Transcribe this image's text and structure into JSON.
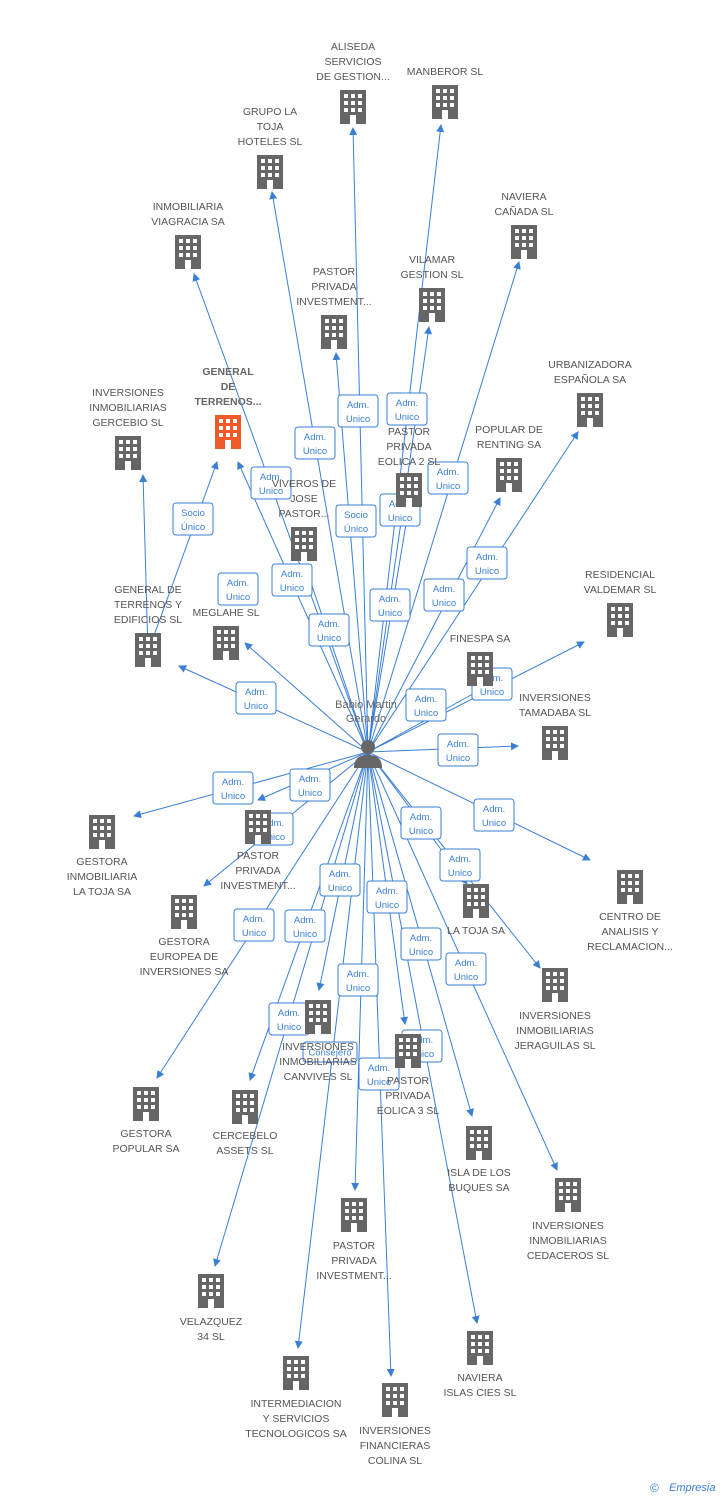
{
  "colors": {
    "edge": "#3a7fd5",
    "building": "#666666",
    "highlight": "#f05a28",
    "person": "#666666"
  },
  "center": {
    "label": [
      "Babio Martin",
      "Gerardo"
    ],
    "icon": "person-icon"
  },
  "nodes": [
    {
      "id": "aliseda",
      "label": [
        "ALISEDA",
        "SERVICIOS",
        "DE GESTION..."
      ],
      "icon": "building-icon"
    },
    {
      "id": "manberor",
      "label": [
        "MANBEROR SL"
      ],
      "icon": "building-icon"
    },
    {
      "id": "grupo-la-toja",
      "label": [
        "GRUPO LA",
        "TOJA",
        "HOTELES SL"
      ],
      "icon": "building-icon"
    },
    {
      "id": "naviera-canada",
      "label": [
        "NAVIERA",
        "CAÑADA SL"
      ],
      "icon": "building-icon"
    },
    {
      "id": "viagracia",
      "label": [
        "INMOBILIARIA",
        "VIAGRACIA SA"
      ],
      "icon": "building-icon"
    },
    {
      "id": "vilamar",
      "label": [
        "VILAMAR",
        "GESTION SL"
      ],
      "icon": "building-icon"
    },
    {
      "id": "pastor-privada-top",
      "label": [
        "PASTOR",
        "PRIVADA",
        "INVESTMENT..."
      ],
      "icon": "building-icon"
    },
    {
      "id": "urbanizadora",
      "label": [
        "URBANIZADORA",
        "ESPAÑOLA SA"
      ],
      "icon": "building-icon"
    },
    {
      "id": "general-terrenos-hl",
      "label": [
        "GENERAL",
        "DE",
        "TERRENOS..."
      ],
      "icon": "building-icon",
      "highlight": true
    },
    {
      "id": "gercebio",
      "label": [
        "INVERSIONES",
        "INMOBILIARIAS",
        "GERCEBIO SL"
      ],
      "icon": "building-icon"
    },
    {
      "id": "pastor-eolica-2",
      "label": [
        "PASTOR",
        "PRIVADA",
        "EOLICA 2 SL"
      ],
      "icon": "building-icon"
    },
    {
      "id": "popular-renting",
      "label": [
        "POPULAR DE",
        "RENTING SA"
      ],
      "icon": "building-icon"
    },
    {
      "id": "viveros-jose-pastor",
      "label": [
        "VIVEROS DE",
        "JOSE",
        "PASTOR..."
      ],
      "icon": "building-icon"
    },
    {
      "id": "general-terrenos-edificios",
      "label": [
        "GENERAL DE",
        "TERRENOS Y",
        "EDIFICIOS SL"
      ],
      "icon": "building-icon"
    },
    {
      "id": "meglahe",
      "label": [
        "MEGLAHE SL"
      ],
      "icon": "building-icon"
    },
    {
      "id": "residencial-valdemar",
      "label": [
        "RESIDENCIAL",
        "VALDEMAR SL"
      ],
      "icon": "building-icon"
    },
    {
      "id": "finespa",
      "label": [
        "FINESPA SA"
      ],
      "icon": "building-icon"
    },
    {
      "id": "tamadaba",
      "label": [
        "INVERSIONES",
        "TAMADABA SL"
      ],
      "icon": "building-icon"
    },
    {
      "id": "gestora-la-toja",
      "label": [
        "GESTORA",
        "INMOBILIARIA",
        "LA TOJA SA"
      ],
      "icon": "building-icon"
    },
    {
      "id": "pastor-privada-mid",
      "label": [
        "PASTOR",
        "PRIVADA",
        "INVESTMENT..."
      ],
      "icon": "building-icon"
    },
    {
      "id": "centro-analisis",
      "label": [
        "CENTRO DE",
        "ANALISIS Y",
        "RECLAMACION..."
      ],
      "icon": "building-icon"
    },
    {
      "id": "gestora-europea",
      "label": [
        "GESTORA",
        "EUROPEA DE",
        "INVERSIONES SA"
      ],
      "icon": "building-icon"
    },
    {
      "id": "la-toja",
      "label": [
        "LA TOJA SA"
      ],
      "icon": "building-icon"
    },
    {
      "id": "jeraguilas",
      "label": [
        "INVERSIONES",
        "INMOBILIARIAS",
        "JERAGUILAS SL"
      ],
      "icon": "building-icon"
    },
    {
      "id": "canvives",
      "label": [
        "INVERSIONES",
        "INMOBILIARIAS",
        "CANVIVES SL"
      ],
      "icon": "building-icon"
    },
    {
      "id": "pastor-eolica-3",
      "label": [
        "PASTOR",
        "PRIVADA",
        "EOLICA 3 SL"
      ],
      "icon": "building-icon"
    },
    {
      "id": "gestora-popular",
      "label": [
        "GESTORA",
        "POPULAR SA"
      ],
      "icon": "building-icon"
    },
    {
      "id": "cercebelo",
      "label": [
        "CERCEBELO",
        "ASSETS SL"
      ],
      "icon": "building-icon"
    },
    {
      "id": "isla-buques",
      "label": [
        "ISLA DE LOS",
        "BUQUES SA"
      ],
      "icon": "building-icon"
    },
    {
      "id": "cedaceros",
      "label": [
        "INVERSIONES",
        "INMOBILIARIAS",
        "CEDACEROS SL"
      ],
      "icon": "building-icon"
    },
    {
      "id": "pastor-privada-bottom",
      "label": [
        "PASTOR",
        "PRIVADA",
        "INVESTMENT..."
      ],
      "icon": "building-icon"
    },
    {
      "id": "velazquez",
      "label": [
        "VELAZQUEZ",
        "34 SL"
      ],
      "icon": "building-icon"
    },
    {
      "id": "naviera-islas-cies",
      "label": [
        "NAVIERA",
        "ISLAS CIES SL"
      ],
      "icon": "building-icon"
    },
    {
      "id": "intermediacion",
      "label": [
        "INTERMEDIACION",
        "Y SERVICIOS",
        "TECNOLOGICOS SA"
      ],
      "icon": "building-icon"
    },
    {
      "id": "colina",
      "label": [
        "INVERSIONES",
        "FINANCIERAS",
        "COLINA  SL"
      ],
      "icon": "building-icon"
    }
  ],
  "edges": [
    {
      "from": "center",
      "to": "aliseda",
      "role": [
        "Adm.",
        "Unico"
      ]
    },
    {
      "from": "center",
      "to": "manberor",
      "role": [
        "Adm.",
        "Unico"
      ]
    },
    {
      "from": "center",
      "to": "grupo-la-toja",
      "role": [
        "Adm.",
        "Unico"
      ]
    },
    {
      "from": "center",
      "to": "naviera-canada",
      "role": [
        "Adm.",
        "Unico"
      ]
    },
    {
      "from": "center",
      "to": "viagracia",
      "role": [
        "Adm.",
        "Unico"
      ]
    },
    {
      "from": "center",
      "to": "vilamar",
      "role": [
        "Adm.",
        "Unico"
      ]
    },
    {
      "from": "center",
      "to": "pastor-privada-top",
      "role": [
        "Socio",
        "Único"
      ]
    },
    {
      "from": "center",
      "to": "urbanizadora",
      "role": [
        "Adm.",
        "Unico"
      ]
    },
    {
      "from": "center",
      "to": "general-terrenos-hl",
      "role": [
        "Adm.",
        "Unico"
      ]
    },
    {
      "from": "general-terrenos-edificios",
      "to": "general-terrenos-hl",
      "role": [
        "Socio",
        "Único"
      ]
    },
    {
      "from": "general-terrenos-edificios",
      "to": "gercebio",
      "role": []
    },
    {
      "from": "center",
      "to": "pastor-eolica-2",
      "role": [
        "Adm.",
        "Unico"
      ]
    },
    {
      "from": "center",
      "to": "popular-renting",
      "role": [
        "Adm.",
        "Unico"
      ]
    },
    {
      "from": "center",
      "to": "viveros-jose-pastor",
      "role": [
        "Adm.",
        "Unico"
      ]
    },
    {
      "from": "center",
      "to": "general-terrenos-edificios",
      "role": [
        "Adm.",
        "Unico"
      ]
    },
    {
      "from": "center",
      "to": "meglahe",
      "role": [
        "Adm.",
        "Unico"
      ]
    },
    {
      "from": "center",
      "to": "residencial-valdemar",
      "role": [
        "Adm.",
        "Unico"
      ]
    },
    {
      "from": "center",
      "to": "finespa",
      "role": [
        "Adm.",
        "Unico"
      ]
    },
    {
      "from": "center",
      "to": "tamadaba",
      "role": [
        "Adm.",
        "Unico"
      ]
    },
    {
      "from": "center",
      "to": "gestora-la-toja",
      "role": [
        "Adm.",
        "Unico"
      ]
    },
    {
      "from": "center",
      "to": "pastor-privada-mid",
      "role": [
        "Adm.",
        "Unico"
      ]
    },
    {
      "from": "center",
      "to": "centro-analisis",
      "role": [
        "Adm.",
        "Unico"
      ]
    },
    {
      "from": "center",
      "to": "gestora-europea",
      "role": [
        "Adm.",
        "Unico"
      ]
    },
    {
      "from": "center",
      "to": "la-toja",
      "role": [
        "Adm.",
        "Unico"
      ]
    },
    {
      "from": "center",
      "to": "jeraguilas",
      "role": [
        "Adm.",
        "Unico"
      ]
    },
    {
      "from": "center",
      "to": "canvives",
      "role": [
        "Adm.",
        "Unico"
      ]
    },
    {
      "from": "center",
      "to": "pastor-eolica-3",
      "role": [
        "Adm.",
        "Unico"
      ]
    },
    {
      "from": "center",
      "to": "gestora-popular",
      "role": [
        "Adm.",
        "Unico"
      ]
    },
    {
      "from": "center",
      "to": "cercebelo",
      "role": [
        "Adm.",
        "Unico"
      ]
    },
    {
      "from": "center",
      "to": "isla-buques",
      "role": [
        "Adm.",
        "Unico"
      ]
    },
    {
      "from": "center",
      "to": "cedaceros",
      "role": [
        "Adm.",
        "Unico"
      ]
    },
    {
      "from": "center",
      "to": "pastor-privada-bottom",
      "role": [
        "Adm.",
        "Unico"
      ]
    },
    {
      "from": "center",
      "to": "velazquez",
      "role": [
        "Adm.",
        "Unico"
      ]
    },
    {
      "from": "center",
      "to": "naviera-islas-cies",
      "role": [
        "Adm.",
        "Unico"
      ]
    },
    {
      "from": "center",
      "to": "intermediacion",
      "role": [
        "Consejero"
      ]
    },
    {
      "from": "center",
      "to": "colina",
      "role": [
        "Adm.",
        "Unico"
      ]
    }
  ],
  "credit": {
    "symbol": "©",
    "text": "Empresia"
  }
}
